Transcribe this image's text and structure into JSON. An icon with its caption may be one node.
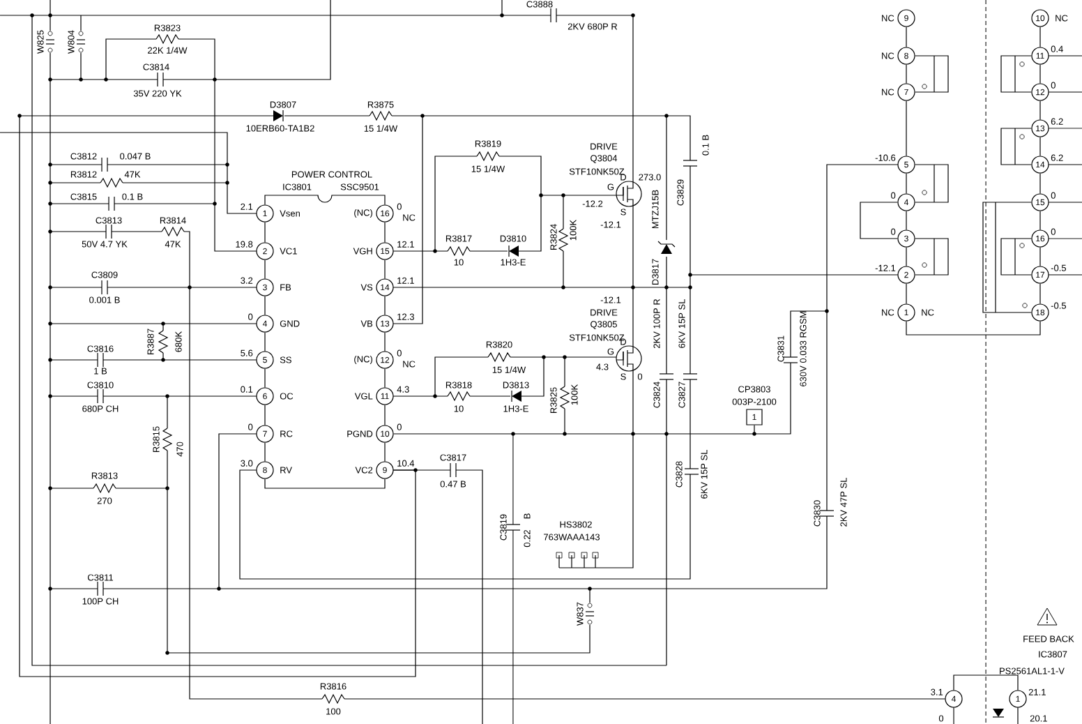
{
  "diagram": {
    "nodes": [
      {
        "text": [
          "1"
        ],
        "beside": [
          "2.1",
          "Vsen"
        ]
      },
      {
        "text": [
          "2"
        ],
        "beside": [
          "19.8",
          "VC1"
        ]
      },
      {
        "text": [
          "3"
        ],
        "beside": [
          "3.2",
          "FB"
        ]
      },
      {
        "text": [
          "4"
        ],
        "beside": [
          "0",
          "GND"
        ]
      },
      {
        "text": [
          "5"
        ],
        "beside": [
          "5.6",
          "SS"
        ]
      },
      {
        "text": [
          "6"
        ],
        "beside": [
          "0.1",
          "OC"
        ]
      },
      {
        "text": [
          "7"
        ],
        "beside": [
          "0",
          "RC"
        ]
      },
      {
        "text": [
          "8"
        ],
        "beside": [
          "3.0",
          "RV"
        ]
      },
      {
        "text": [
          "16"
        ],
        "beside": [
          "(NC)",
          "0",
          "NC"
        ]
      },
      {
        "text": [
          "15"
        ],
        "beside": [
          "VGH",
          "12.1"
        ]
      },
      {
        "text": [
          "14"
        ],
        "beside": [
          "VS",
          "12.1"
        ]
      },
      {
        "text": [
          "13"
        ],
        "beside": [
          "VB",
          "12.3"
        ]
      },
      {
        "text": [
          "12"
        ],
        "beside": [
          "(NC)",
          "0",
          "NC"
        ]
      },
      {
        "text": [
          "11"
        ],
        "beside": [
          "VGL",
          "4.3"
        ]
      },
      {
        "text": [
          "10"
        ],
        "beside": [
          "PGND",
          "0"
        ]
      },
      {
        "text": [
          "9"
        ],
        "beside": [
          "VC2",
          "10.4"
        ]
      },
      {
        "text": [
          "9"
        ],
        "beside": [
          "NC"
        ]
      },
      {
        "text": [
          "8"
        ],
        "beside": [
          "NC"
        ]
      },
      {
        "text": [
          "7"
        ],
        "beside": [
          "NC"
        ]
      },
      {
        "text": [
          "5"
        ],
        "beside": [
          "-10.6"
        ]
      },
      {
        "text": [
          "4"
        ],
        "beside": [
          "0"
        ]
      },
      {
        "text": [
          "3"
        ],
        "beside": [
          "0"
        ]
      },
      {
        "text": [
          "2"
        ],
        "beside": [
          "-12.1"
        ]
      },
      {
        "text": [
          "1"
        ],
        "beside": [
          "NC",
          "NC"
        ]
      },
      {
        "text": [
          "10"
        ],
        "beside": [
          "NC"
        ]
      },
      {
        "text": [
          "11"
        ],
        "beside": [
          "0.4"
        ]
      },
      {
        "text": [
          "12"
        ],
        "beside": [
          "0"
        ]
      },
      {
        "text": [
          "13"
        ],
        "beside": [
          "6.2"
        ]
      },
      {
        "text": [
          "14"
        ],
        "beside": [
          "6.2"
        ]
      },
      {
        "text": [
          "15"
        ],
        "beside": [
          "0"
        ]
      },
      {
        "text": [
          "16"
        ],
        "beside": [
          "0"
        ]
      },
      {
        "text": [
          "17"
        ],
        "beside": [
          "-0.5"
        ]
      },
      {
        "text": [
          "18"
        ],
        "beside": [
          "-0.5"
        ]
      },
      {
        "text": [
          "1"
        ],
        "beside": [
          "CP3803",
          "003P-2100"
        ]
      },
      {
        "text": [
          "4"
        ],
        "beside": [
          "3.1",
          "0"
        ]
      },
      {
        "text": [
          "1"
        ],
        "beside": [
          "21.1",
          "20.1"
        ]
      }
    ],
    "edges": [
      {
        "from": 0,
        "to": 1,
        "arrow": "none"
      },
      {
        "from": 1,
        "to": 2,
        "arrow": "none"
      },
      {
        "from": 2,
        "to": 3,
        "arrow": "none"
      },
      {
        "from": 3,
        "to": 4,
        "arrow": "none"
      },
      {
        "from": 4,
        "to": 5,
        "arrow": "none"
      },
      {
        "from": 5,
        "to": 6,
        "arrow": "none"
      },
      {
        "from": 6,
        "to": 7,
        "arrow": "none"
      },
      {
        "from": 8,
        "to": 9,
        "arrow": "none"
      },
      {
        "from": 9,
        "to": 10,
        "arrow": "none"
      },
      {
        "from": 10,
        "to": 11,
        "arrow": "none"
      },
      {
        "from": 11,
        "to": 12,
        "arrow": "none"
      },
      {
        "from": 12,
        "to": 13,
        "arrow": "none"
      },
      {
        "from": 13,
        "to": 14,
        "arrow": "none"
      },
      {
        "from": 14,
        "to": 15,
        "arrow": "none"
      },
      {
        "from": 0,
        "to": 8,
        "arrow": "none"
      },
      {
        "from": 7,
        "to": 15,
        "arrow": "none"
      },
      {
        "from": 16,
        "to": 17,
        "arrow": "none"
      },
      {
        "from": 17,
        "to": 18,
        "arrow": "none"
      },
      {
        "from": 18,
        "to": 19,
        "arrow": "none"
      },
      {
        "from": 19,
        "to": 20,
        "arrow": "none"
      },
      {
        "from": 20,
        "to": 21,
        "arrow": "none"
      },
      {
        "from": 21,
        "to": 22,
        "arrow": "none"
      },
      {
        "from": 22,
        "to": 23,
        "arrow": "none"
      },
      {
        "from": 20,
        "to": 21,
        "arrow": "none"
      },
      {
        "from": 24,
        "to": 25,
        "arrow": "none"
      },
      {
        "from": 25,
        "to": 26,
        "arrow": "none"
      },
      {
        "from": 26,
        "to": 27,
        "arrow": "none"
      },
      {
        "from": 27,
        "to": 28,
        "arrow": "none"
      },
      {
        "from": 28,
        "to": 29,
        "arrow": "none"
      },
      {
        "from": 29,
        "to": 30,
        "arrow": "none"
      },
      {
        "from": 30,
        "to": 31,
        "arrow": "none"
      },
      {
        "from": 31,
        "to": 32,
        "arrow": "none"
      },
      {
        "from": 23,
        "to": 32,
        "arrow": "none"
      },
      {
        "from": 14,
        "to": 33,
        "arrow": "none"
      },
      {
        "from": 17,
        "to": 18,
        "arrow": "none"
      },
      {
        "from": 19,
        "to": 20,
        "arrow": "none"
      },
      {
        "from": 21,
        "to": 22,
        "arrow": "none"
      },
      {
        "from": 25,
        "to": 26,
        "arrow": "none"
      },
      {
        "from": 27,
        "to": 28,
        "arrow": "none"
      },
      {
        "from": 30,
        "to": 31,
        "arrow": "none"
      },
      {
        "from": 29,
        "to": 32,
        "arrow": "none"
      },
      {
        "from": 34,
        "to": 35,
        "arrow": "none"
      }
    ],
    "labels": [
      "C3888",
      "2KV 680P R",
      "W825",
      "W804",
      "R3823",
      "22K 1/4W",
      "C3814",
      "35V 220 YK",
      "D3807",
      "10ERB60-TA1B2",
      "R3875",
      "15 1/4W",
      "R3819",
      "15 1/4W",
      "DRIVE",
      "Q3804",
      "STF10NK50Z",
      "D",
      "273.0",
      "G",
      "-12.2",
      "-12.1",
      "S",
      "0.1 B",
      "C3829",
      "MTZJ15B",
      "D3817",
      "C3812",
      "0.047 B",
      "R3812",
      "47K",
      "POWER CONTROL",
      "IC3801",
      "SSC9501",
      "C3815",
      "0.1 B",
      "C3813",
      "R3814",
      "50V 4.7 YK",
      "47K",
      "R3817",
      "10",
      "D3810",
      "1H3-E",
      "R3824",
      "100K",
      "C3809",
      "0.001 B",
      "R3887",
      "680K",
      "C3816",
      "1 B",
      "R3820",
      "15 1/4W",
      "DRIVE",
      "Q3805",
      "STF10NK50Z",
      "-12.1",
      "G",
      "D",
      "4.3",
      "S",
      "0",
      "R3818",
      "10",
      "D3813",
      "1H3-E",
      "R3825",
      "100K",
      "2KV 100P R",
      "C3824",
      "6KV 15P SL",
      "C3827",
      "C3831",
      "630V 0.033 RGSM",
      "C3810",
      "680P CH",
      "R3815",
      "470",
      "C3817",
      "0.47 B",
      "R3813",
      "270",
      "C3828",
      "6KV 15P SL",
      "C3819",
      "B",
      "0.22",
      "C3830",
      "2KV 47P SL",
      "HS3802",
      "763WAAA143",
      "C3811",
      "100P CH",
      "W837",
      "FEED BACK",
      "IC3807",
      "PS2561AL1-1-V",
      "R3816",
      "100"
    ]
  }
}
